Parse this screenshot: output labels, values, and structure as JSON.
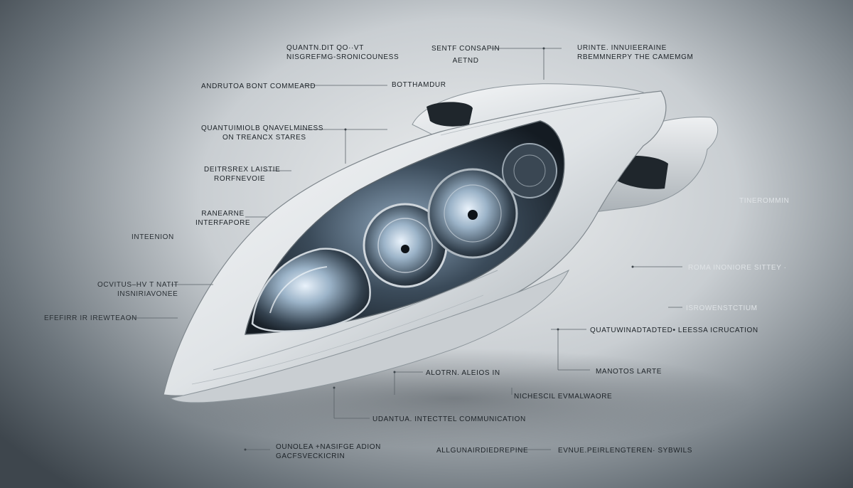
{
  "labels": [
    {
      "id": "quantum-core",
      "lines": [
        "QUANTN.DIT QO··VT",
        "NISGREFMG-SRONICOUNESS"
      ]
    },
    {
      "id": "sentf",
      "lines": [
        "SENTF CONSAPIN",
        "AETND"
      ]
    },
    {
      "id": "urinte",
      "lines": [
        "URINTE. INNUIEERAINE",
        "RBEMMNERPY THE CAMEMGM"
      ]
    },
    {
      "id": "andrutoa",
      "lines": [
        "ANDRUTOA BONT COMMEARD"
      ]
    },
    {
      "id": "botthamdur",
      "lines": [
        "BOTTHAMDUR"
      ]
    },
    {
      "id": "quantum-awareness",
      "lines": [
        "QUANTUIMIOLB QNAVELMINESS",
        "ON TREANCX STARES"
      ]
    },
    {
      "id": "deitrsrex",
      "lines": [
        "DEITRSREX LAISTIE",
        "RORFNEVOIE"
      ]
    },
    {
      "id": "ranearne",
      "lines": [
        "RANEARNE",
        "INTERFAPORE"
      ]
    },
    {
      "id": "tinerommin",
      "lines": [
        "TINEROMMIN"
      ]
    },
    {
      "id": "inteenion",
      "lines": [
        "INTEENION"
      ]
    },
    {
      "id": "roma",
      "lines": [
        "ROMA INONIORE SITTEY ·"
      ]
    },
    {
      "id": "ocvitus",
      "lines": [
        "OCVITUS–HV T NATIT",
        "INSNIRIAVONEE"
      ]
    },
    {
      "id": "isrowen",
      "lines": [
        "ISROWENSTCTIUM"
      ]
    },
    {
      "id": "eferfirr",
      "lines": [
        "EFEFIRR IR IREWTEAON"
      ]
    },
    {
      "id": "quatuwina",
      "lines": [
        "QUATUWINADTADTED• LEESSA ICRUCATION"
      ]
    },
    {
      "id": "alotrn",
      "lines": [
        "ALOTRN. ALEIOS IN"
      ]
    },
    {
      "id": "manotos",
      "lines": [
        "MANOTOS LARTE"
      ]
    },
    {
      "id": "nichescil",
      "lines": [
        "NICHESCIL EVMALWAORE"
      ]
    },
    {
      "id": "udantua",
      "lines": [
        "UDANTUA. INTECTTEL COMMUNICATION"
      ]
    },
    {
      "id": "ounolea",
      "lines": [
        "OUNOLEA +NASIFGE ADION",
        "GACFSVECKICRIN"
      ]
    },
    {
      "id": "algunairde",
      "lines": [
        "ALLGUNAIRDIEDREPINE"
      ]
    },
    {
      "id": "evnue",
      "lines": [
        "EVNUE.PEIRLENGTEREN· SYBWILS"
      ]
    }
  ]
}
